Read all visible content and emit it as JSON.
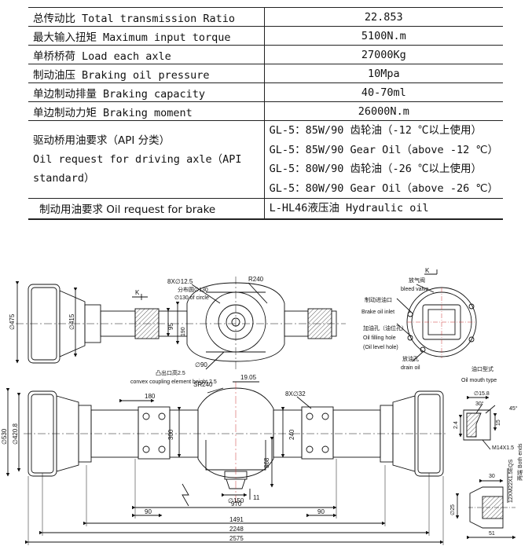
{
  "spec_rows": [
    {
      "zh": "总传动比",
      "en": "Total transmission Ratio",
      "value": "22.853"
    },
    {
      "zh": "最大输入扭矩",
      "en": "Maximum input torque",
      "value": "5100N.m"
    },
    {
      "zh": "单桥桥荷",
      "en": "Load each axle",
      "value": "27000Kg"
    },
    {
      "zh": "制动油压",
      "en": "Braking oil pressure",
      "value": "10Mpa"
    },
    {
      "zh": "单边制动排量",
      "en": "Braking capacity",
      "value": "40-70ml"
    },
    {
      "zh": "单边制动力矩",
      "en": "Braking moment",
      "value": "26000N.m"
    }
  ],
  "oil_drive": {
    "zh": "驱动桥用油要求（API 分类）",
    "en": "Oil request for driving axle（API standard）",
    "lines": [
      "GL-5：85W/90 齿轮油（-12 ℃以上使用）",
      "GL-5：85W/90 Gear Oil（above -12 ℃）",
      "GL-5：80W/90 齿轮油（-26 ℃以上使用）",
      "GL-5：80W/90 Gear Oil（above -26 ℃）"
    ]
  },
  "oil_brake": {
    "label": "制动用油要求 Oil request for brake",
    "value": "L-HL46液压油 Hydraulic oil"
  },
  "drawing": {
    "top_view": {
      "bolts": "8X∅12.5",
      "circle_zh": "分布圆∅130",
      "circle_en": "∅130 of circle",
      "radius": "R240",
      "k": "K",
      "d475": "∅475",
      "d415": "∅415",
      "h95": "95",
      "h190": "190",
      "d90": "∅90",
      "conv_zh": "凸出口高2.5",
      "conv_en": "convex coupling element height 2.5"
    },
    "k_view": {
      "k": "K",
      "valve_zh": "放气阀",
      "valve_en": "bleed valve",
      "inlet_zh": "制动进油口",
      "inlet_en": "Brake oil inlet",
      "fill_zh": "加油孔（油位孔）",
      "fill_en1": "Oil filling hole",
      "fill_en2": "(Oil level hole)",
      "drain_zh": "放油孔",
      "drain_en": "drain oil"
    },
    "front_view": {
      "d19": "19.05",
      "sr": "SR240",
      "bolts": "8X∅32",
      "w180": "180",
      "h300": "300",
      "h240": "240",
      "d530": "∅530",
      "d420": "∅420.8",
      "h368": "368",
      "d150": "∅150",
      "h11": "11",
      "w970": "970",
      "w90a": "90",
      "w90b": "90",
      "w1491": "1491",
      "w2248": "2248",
      "w2575": "2575"
    },
    "mouth": {
      "zh": "油口型式",
      "en": "Oil mouth type",
      "d158": "∅15.8",
      "a30": "30°",
      "a45": "45°",
      "h24": "2.4",
      "h15": "15",
      "thread": "M14X1.5"
    },
    "spline": {
      "spec": "12XM22X1.5EQS",
      "ends_zh": "两端",
      "ends_en": "Both ends",
      "d25": "∅25",
      "w30": "30",
      "w51": "51"
    }
  }
}
